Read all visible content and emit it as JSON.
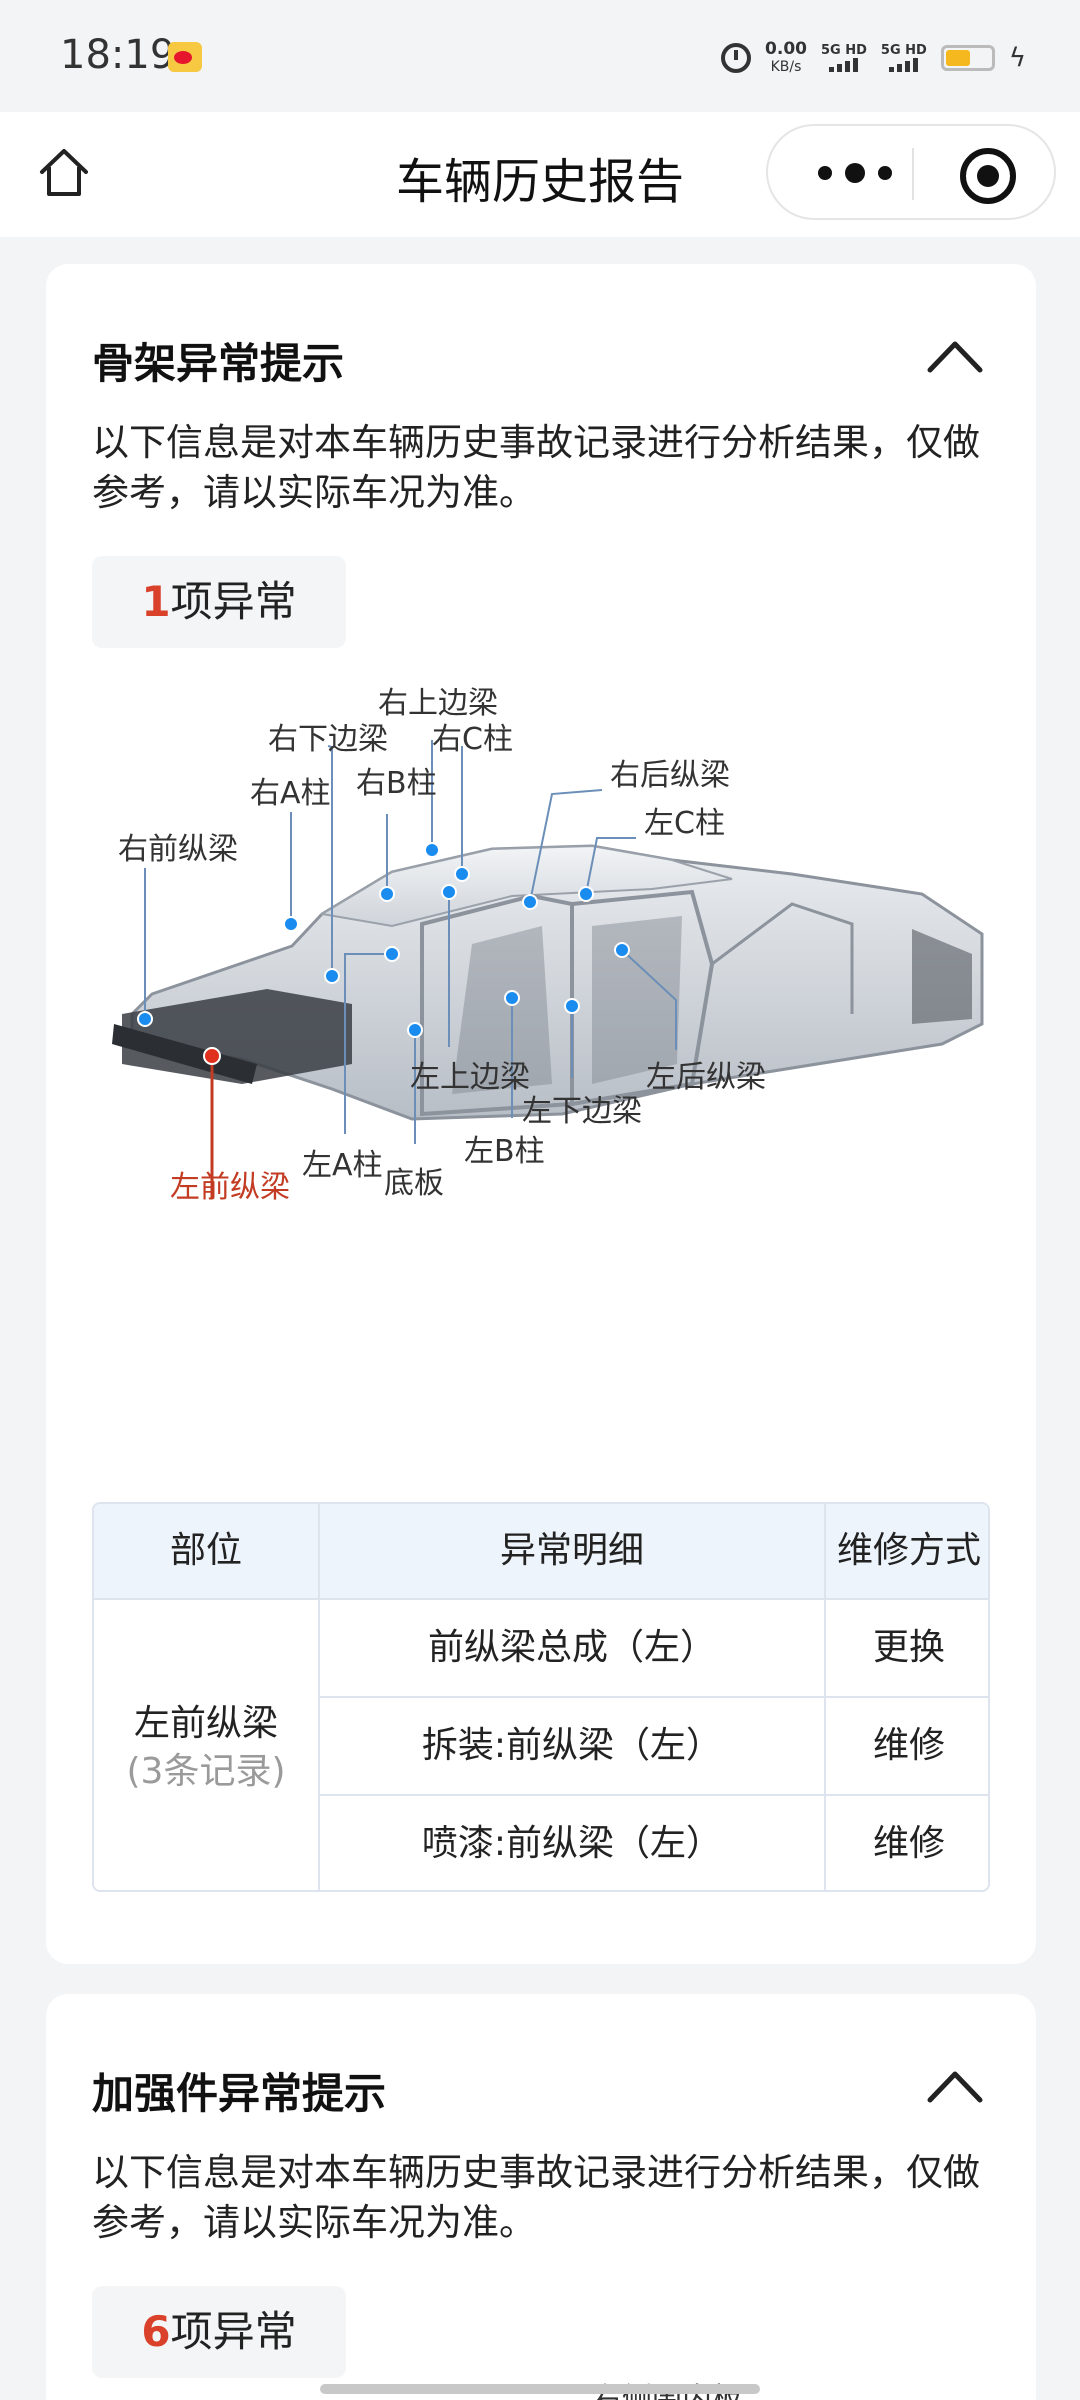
{
  "status": {
    "time": "18:19",
    "net_speed": "0.00",
    "net_unit": "KB/s",
    "sim1": "5G HD",
    "sim2": "5G HD",
    "battery_fraction": 0.55,
    "battery_color": "#f5b81f"
  },
  "nav": {
    "title": "车辆历史报告",
    "icons": [
      "home-icon",
      "more-dots-icon",
      "target-icon"
    ]
  },
  "skeleton": {
    "title": "骨架异常提示",
    "description": "以下信息是对本车辆历史事故记录进行分析结果，仅做参考，请以实际车况为准。",
    "count": "1",
    "count_suffix": "项异常",
    "accent_color": "#d9412b",
    "labels": {
      "right_front_rail": "右前纵梁",
      "right_a_pillar": "右A柱",
      "right_lower_sill": "右下边梁",
      "right_b_pillar": "右B柱",
      "right_upper_rail": "右上边梁",
      "right_c_pillar": "右C柱",
      "right_rear_rail": "右后纵梁",
      "left_c_pillar": "左C柱",
      "left_rear_rail": "左后纵梁",
      "left_upper_rail": "左上边梁",
      "left_lower_sill": "左下边梁",
      "left_b_pillar": "左B柱",
      "left_a_pillar": "左A柱",
      "floor": "底板",
      "left_front_rail": "左前纵梁"
    },
    "table": {
      "headers": [
        "部位",
        "异常明细",
        "维修方式"
      ],
      "part": "左前纵梁",
      "part_note": "(3条记录)",
      "rows": [
        {
          "detail": "前纵梁总成（左）",
          "method": "更换"
        },
        {
          "detail": "拆装:前纵梁（左）",
          "method": "维修"
        },
        {
          "detail": "喷漆:前纵梁（左）",
          "method": "维修"
        }
      ]
    }
  },
  "reinforcement": {
    "title": "加强件异常提示",
    "description": "以下信息是对本车辆历史事故记录进行分析结果，仅做参考，请以实际车况为准。",
    "count": "6",
    "count_suffix": "项异常",
    "partial_label": "右侧围内板"
  }
}
